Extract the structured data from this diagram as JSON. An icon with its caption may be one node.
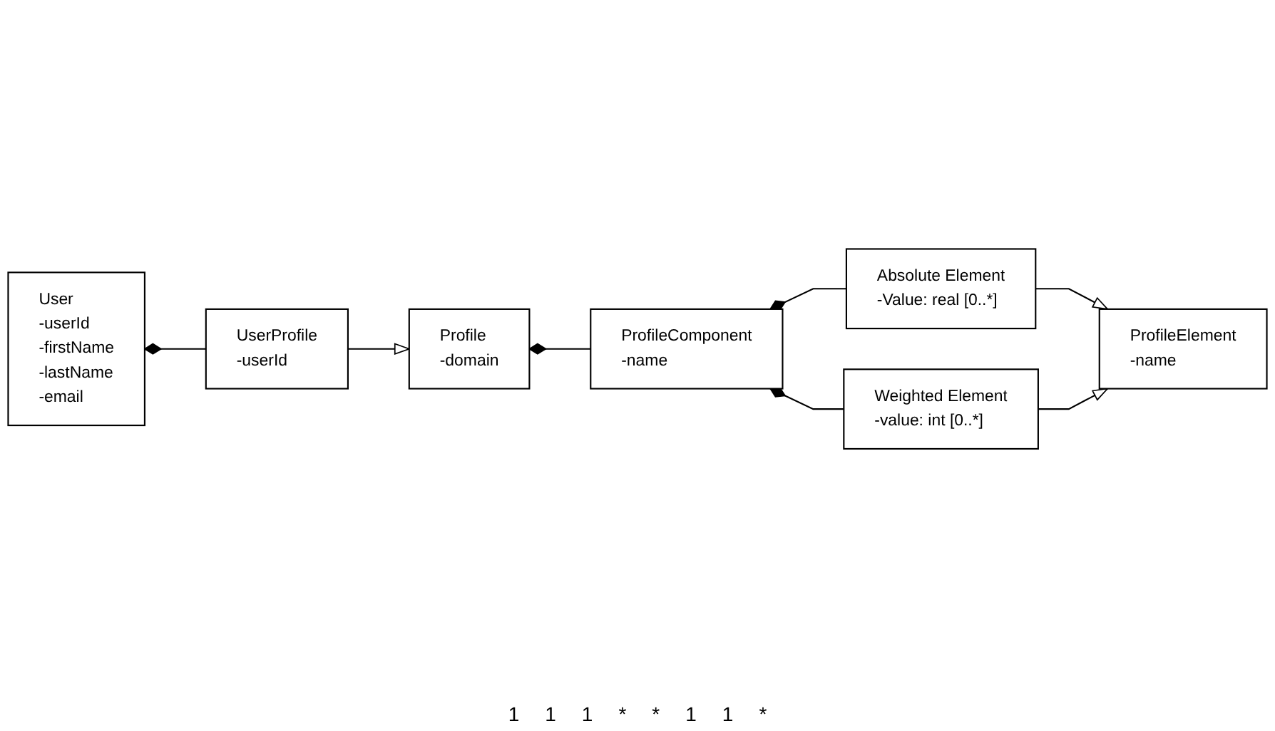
{
  "diagram": {
    "nodes": [
      {
        "text": [
          "User",
          "-userId",
          "-firstName",
          "-lastName",
          "-email"
        ]
      },
      {
        "text": [
          "UserProfile",
          "-userId"
        ]
      },
      {
        "text": [
          "Profile",
          "-domain"
        ]
      },
      {
        "text": [
          "Absolute Element",
          "-Value: real [0..*]"
        ]
      },
      {
        "text": [
          "ProfileElement",
          "-name"
        ]
      },
      {
        "text": [
          "ProfileComponent",
          "-name"
        ]
      },
      {
        "text": [
          "Weighted Element",
          "-value: int [0..*]"
        ]
      }
    ],
    "edges": [
      {
        "from": 0,
        "to": 1,
        "arrow": "other"
      },
      {
        "from": 1,
        "to": 2,
        "arrow": "to"
      },
      {
        "from": 2,
        "to": 5,
        "arrow": "other"
      },
      {
        "from": 3,
        "to": 4,
        "arrow": "to"
      },
      {
        "from": 6,
        "to": 4,
        "arrow": "to"
      },
      {
        "from": 5,
        "to": 3,
        "arrow": "other"
      },
      {
        "from": 5,
        "to": 6,
        "arrow": "other"
      }
    ],
    "labels": [
      "1",
      "1",
      "1",
      "*",
      "*",
      "1",
      "1",
      "*"
    ]
  }
}
